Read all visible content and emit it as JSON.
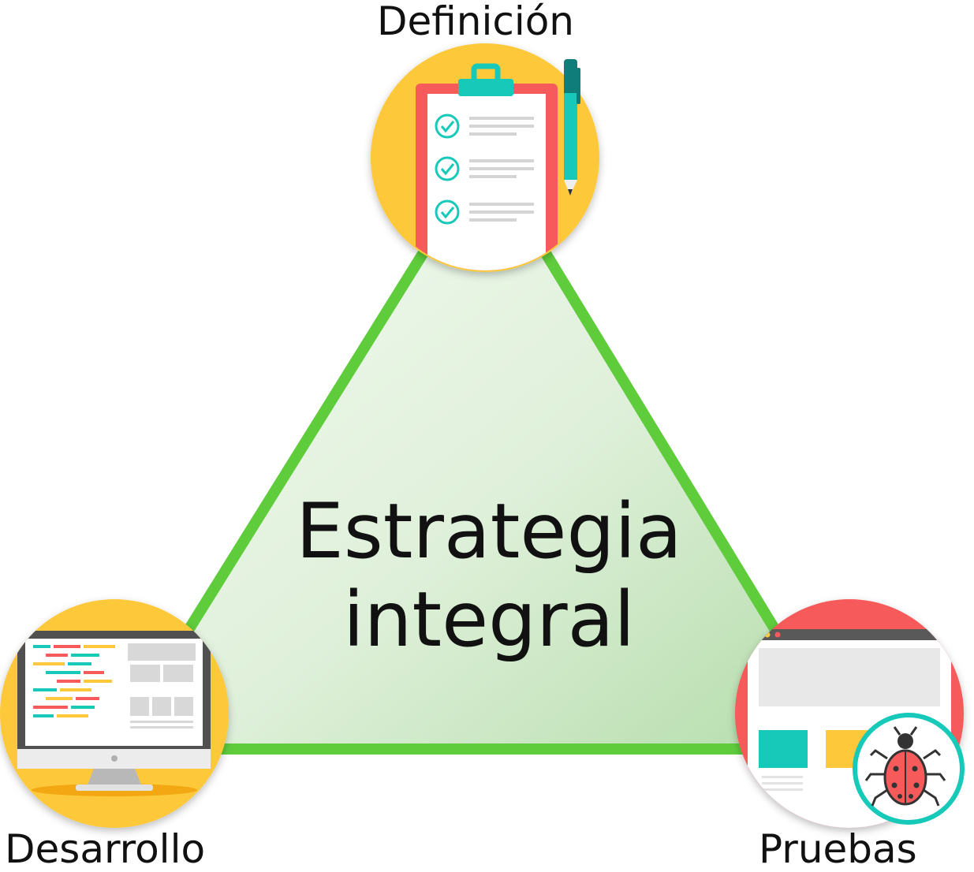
{
  "title": "Estrategia integral",
  "center": {
    "line1": "Estrategia",
    "line2": "integral"
  },
  "nodes": {
    "top": {
      "label": "Definición",
      "icon": "clipboard-checklist-icon"
    },
    "left": {
      "label": "Desarrollo",
      "icon": "computer-monitor-code-icon"
    },
    "right": {
      "label": "Pruebas",
      "icon": "browser-bug-icon"
    }
  },
  "colors": {
    "triangle_stroke": "#5fcc3c",
    "triangle_fill_light": "#f4faf2",
    "triangle_fill_dark": "#b8dfb0",
    "yellow": "#fdc93b",
    "red": "#f65a5a",
    "teal": "#16c9b9",
    "dark_teal": "#0f7d7a"
  }
}
